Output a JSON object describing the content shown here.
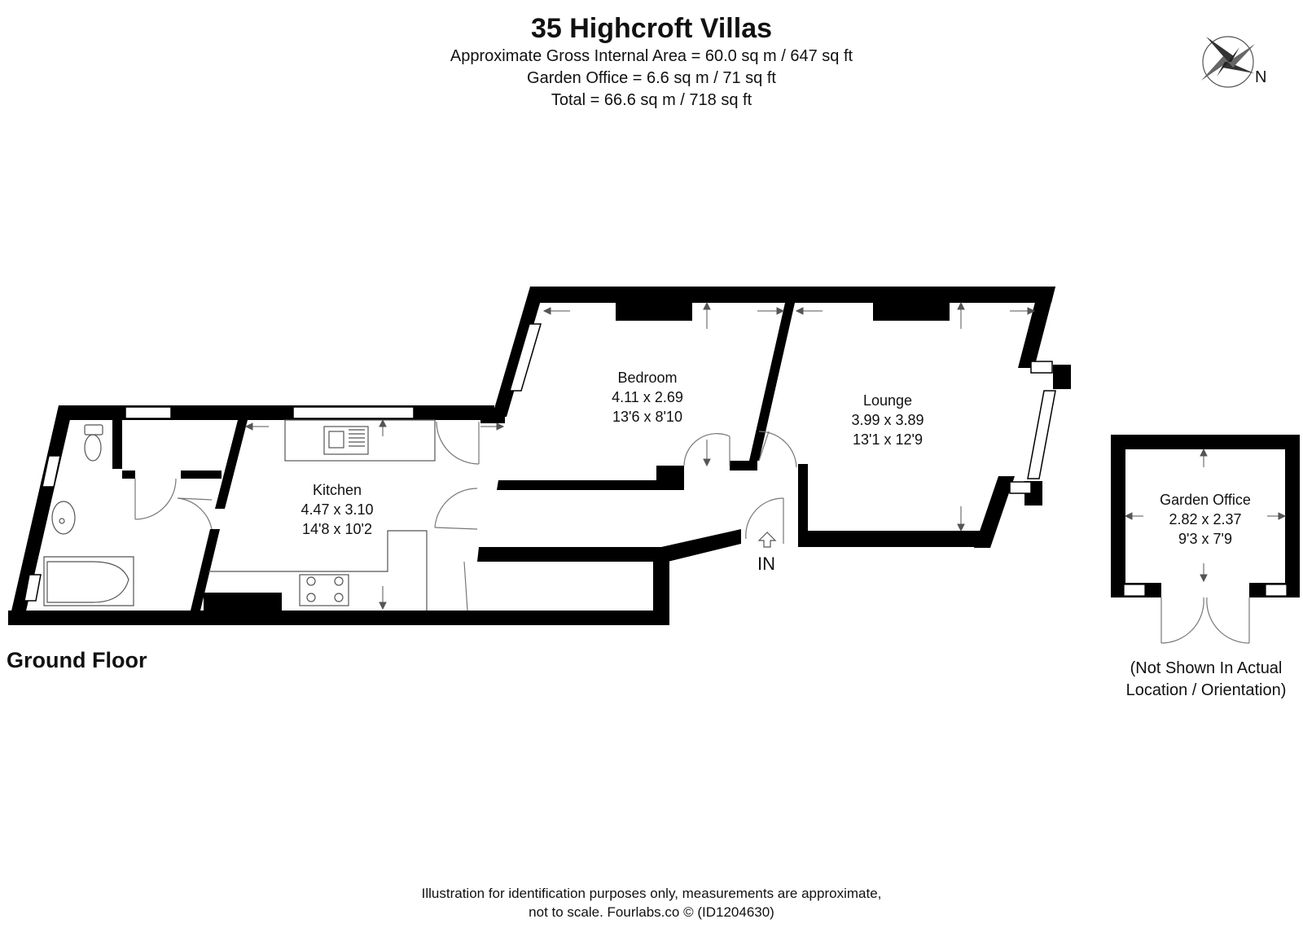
{
  "header": {
    "title": "35 Highcroft Villas",
    "areas": [
      "Approximate Gross Internal Area = 60.0 sq m / 647 sq ft",
      "Garden Office = 6.6 sq m / 71 sq ft",
      "Total = 66.6 sq m / 718 sq ft"
    ]
  },
  "compass": {
    "label": "N",
    "icon": "compass-rose-icon"
  },
  "rooms": {
    "bedroom": {
      "name": "Bedroom",
      "metric": "4.11 x 2.69",
      "imperial": "13'6 x 8'10"
    },
    "lounge": {
      "name": "Lounge",
      "metric": "3.99 x 3.89",
      "imperial": "13'1 x 12'9"
    },
    "kitchen": {
      "name": "Kitchen",
      "metric": "4.47 x 3.10",
      "imperial": "14'8 x 10'2"
    },
    "garden_office": {
      "name": "Garden Office",
      "metric": "2.82 x 2.37",
      "imperial": "9'3 x 7'9"
    }
  },
  "entrance_label": "IN",
  "floor_label": "Ground Floor",
  "garden_office_note": [
    "(Not Shown In Actual",
    "Location / Orientation)"
  ],
  "footer": [
    "Illustration for identification purposes only, measurements are approximate,",
    "not to scale. Fourlabs.co © (ID1204630)"
  ]
}
